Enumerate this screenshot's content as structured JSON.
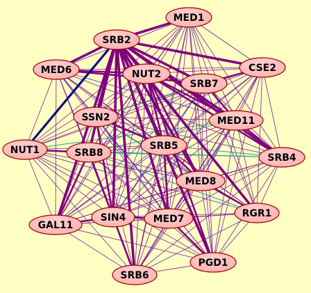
{
  "colors": {
    "background": "#ffffc4",
    "node_fill": "#ffb0b0",
    "node_fill_light": "#ffd2d2",
    "node_stroke": "#990000",
    "edge_thin": "#7a1a96",
    "edge_thick": "#800080",
    "edge_dark_blue": "#0a0a80",
    "edge_teal": "#2a9a8a"
  },
  "network": {
    "nodes": [
      {
        "id": "MED1",
        "label": "MED1"
      },
      {
        "id": "SRB2",
        "label": "SRB2"
      },
      {
        "id": "MED6",
        "label": "MED6"
      },
      {
        "id": "NUT2",
        "label": "NUT2"
      },
      {
        "id": "CSE2",
        "label": "CSE2"
      },
      {
        "id": "SRB7",
        "label": "SRB7"
      },
      {
        "id": "SSN2",
        "label": "SSN2"
      },
      {
        "id": "MED11",
        "label": "MED11"
      },
      {
        "id": "NUT1",
        "label": "NUT1"
      },
      {
        "id": "SRB8",
        "label": "SRB8"
      },
      {
        "id": "SRB5",
        "label": "SRB5"
      },
      {
        "id": "SRB4",
        "label": "SRB4"
      },
      {
        "id": "MED8",
        "label": "MED8"
      },
      {
        "id": "RGR1",
        "label": "RGR1"
      },
      {
        "id": "GAL11",
        "label": "GAL11"
      },
      {
        "id": "SIN4",
        "label": "SIN4"
      },
      {
        "id": "MED7",
        "label": "MED7"
      },
      {
        "id": "PGD1",
        "label": "PGD1"
      },
      {
        "id": "SRB6",
        "label": "SRB6"
      }
    ],
    "thick_edges": [
      [
        "SRB2",
        "MED1"
      ],
      [
        "SRB2",
        "MED6"
      ],
      [
        "SRB2",
        "NUT2"
      ],
      [
        "SRB2",
        "SRB7"
      ],
      [
        "SRB2",
        "CSE2"
      ],
      [
        "SRB2",
        "MED11"
      ],
      [
        "SRB2",
        "SRB4"
      ],
      [
        "SRB2",
        "SSN2"
      ],
      [
        "SRB2",
        "SRB8"
      ],
      [
        "SRB2",
        "SRB5"
      ],
      [
        "SRB2",
        "MED8"
      ],
      [
        "SRB2",
        "SIN4"
      ],
      [
        "SRB2",
        "MED7"
      ],
      [
        "SRB2",
        "PGD1"
      ],
      [
        "SRB2",
        "SRB6"
      ],
      [
        "SRB2",
        "GAL11"
      ],
      [
        "SRB2",
        "RGR1"
      ],
      [
        "NUT2",
        "MED11"
      ],
      [
        "NUT2",
        "SRB5"
      ],
      [
        "NUT2",
        "MED8"
      ],
      [
        "NUT2",
        "SRB4"
      ],
      [
        "NUT2",
        "PGD1"
      ],
      [
        "SRB7",
        "MED11"
      ],
      [
        "SRB7",
        "CSE2"
      ],
      [
        "SRB7",
        "MED6"
      ],
      [
        "SSN2",
        "SRB5"
      ],
      [
        "SSN2",
        "SIN4"
      ],
      [
        "SRB8",
        "SIN4"
      ],
      [
        "SRB8",
        "NUT1"
      ],
      [
        "SRB8",
        "GAL11"
      ],
      [
        "SRB5",
        "MED8"
      ],
      [
        "SRB5",
        "MED7"
      ],
      [
        "MED8",
        "RGR1"
      ],
      [
        "MED11",
        "SRB4"
      ],
      [
        "MED6",
        "NUT2"
      ],
      [
        "SIN4",
        "SRB6"
      ],
      [
        "SIN4",
        "MED7"
      ],
      [
        "MED7",
        "PGD1"
      ],
      [
        "GAL11",
        "SIN4"
      ]
    ],
    "blue_edges": [
      [
        "SRB2",
        "NUT1"
      ]
    ],
    "teal_edges": [
      [
        "SRB8",
        "SRB4"
      ],
      [
        "SSN2",
        "MED8"
      ],
      [
        "NUT1",
        "MED11"
      ],
      [
        "SRB8",
        "RGR1"
      ],
      [
        "SSN2",
        "CSE2"
      ],
      [
        "NUT1",
        "SRB4"
      ],
      [
        "SRB5",
        "SRB4"
      ],
      [
        "SRB8",
        "MED11"
      ]
    ]
  }
}
